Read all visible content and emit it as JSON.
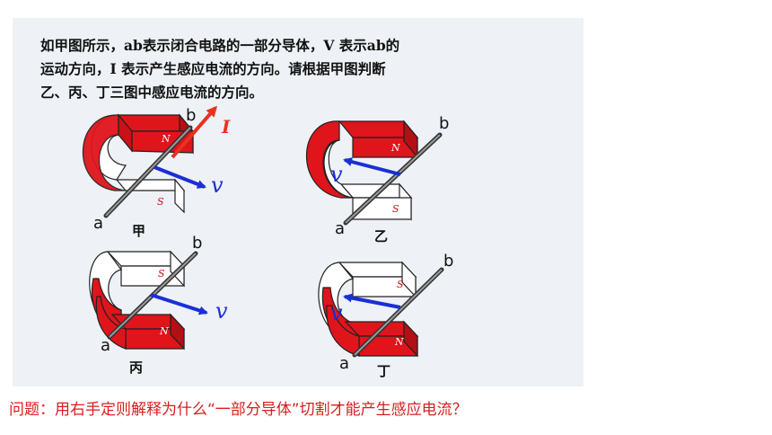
{
  "intro": {
    "line1": "如甲图所示，ab表示闭合电路的一部分导体，V 表示ab的",
    "line2": "运动方向，I 表示产生感应电流的方向。请根据甲图判断",
    "line3": "乙、丙、丁三图中感应电流的方向。"
  },
  "colors": {
    "magnet_red": "#e0141b",
    "magnet_white": "#ffffff",
    "velocity_arrow": "#1a2fd6",
    "current_arrow": "#e8321e",
    "question_text": "#d81e1e"
  },
  "diagrams": {
    "jia": {
      "caption": "甲",
      "end_a": "a",
      "end_b": "b",
      "north": "N",
      "south": "S",
      "velocity": "v",
      "current": "I"
    },
    "yi": {
      "caption": "乙",
      "end_a": "a",
      "end_b": "b",
      "north": "N",
      "south": "S",
      "velocity": "v"
    },
    "bing": {
      "caption": "丙",
      "end_a": "a",
      "end_b": "b",
      "north": "N",
      "south": "S",
      "velocity": "v"
    },
    "ding": {
      "caption": "丁",
      "end_a": "a",
      "end_b": "b",
      "north": "N",
      "south": "S",
      "velocity": "v"
    }
  },
  "question": "问题：用右手定则解释为什么“一部分导体”切割才能产生感应电流？"
}
